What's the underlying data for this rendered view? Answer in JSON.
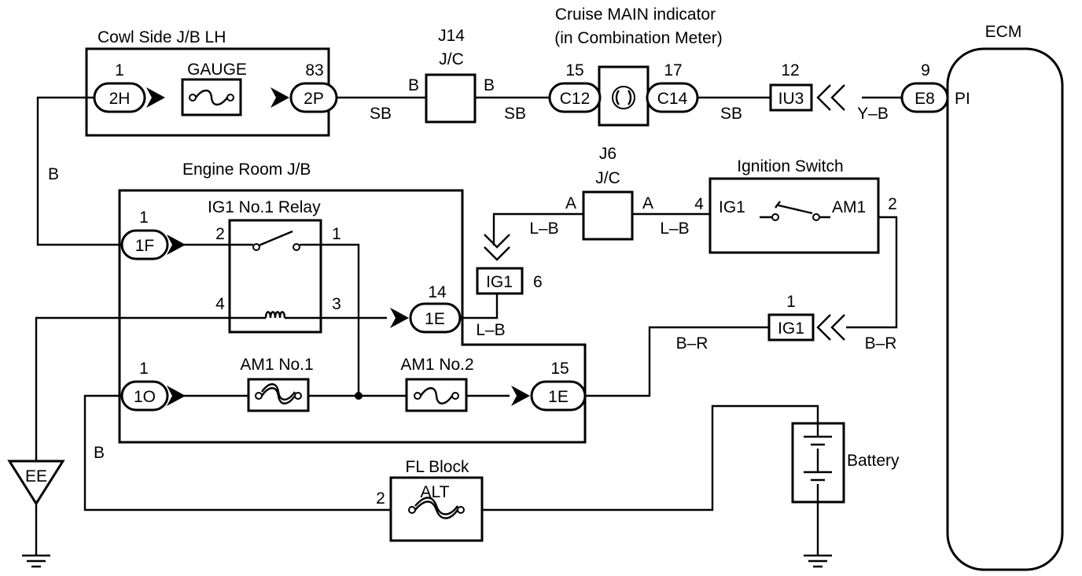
{
  "labels": {
    "cowl_jb": "Cowl Side J/B LH",
    "gauge": "GAUGE",
    "j14_a": "J14",
    "j14_b": "J/C",
    "cruise_a": "Cruise MAIN indicator",
    "cruise_b": "(in Combination Meter)",
    "ecm": "ECM",
    "engine_jb": "Engine Room J/B",
    "ig1_relay": "IG1 No.1 Relay",
    "j6_a": "J6",
    "j6_b": "J/C",
    "ignition_switch": "Ignition Switch",
    "ig1_term": "IG1",
    "am1_term": "AM1",
    "am1_no1": "AM1 No.1",
    "am1_no2": "AM1 No.2",
    "fl_block": "FL Block",
    "alt": "ALT",
    "battery": "Battery",
    "ground_ee": "EE",
    "pi": "PI"
  },
  "connectors": {
    "c2h": "2H",
    "c2p": "2P",
    "c12": "C12",
    "c14": "C14",
    "iu3": "IU3",
    "e8": "E8",
    "c1f": "1F",
    "c1e_a": "1E",
    "c1o": "1O",
    "c1e_b": "1E",
    "ig1_a": "IG1",
    "ig1_b": "IG1"
  },
  "pins": {
    "p_2h": "1",
    "p_2p": "83",
    "p_c12": "15",
    "p_c14": "17",
    "p_iu3": "12",
    "p_e8": "9",
    "p_1f": "1",
    "relay_2": "2",
    "relay_1": "1",
    "relay_4": "4",
    "relay_3": "3",
    "p_1e_a": "14",
    "p_ig1_a": "6",
    "sw_4": "4",
    "sw_2": "2",
    "p_ig1_b": "1",
    "p_1o": "1",
    "p_1e_b": "15",
    "fl_2": "2"
  },
  "wires": {
    "sb1": "SB",
    "sb2": "SB",
    "sb3": "SB",
    "yb": "Y–B",
    "jb_b_left": "B",
    "jb_b_right": "B",
    "b_left": "B",
    "b_lower": "B",
    "j6_a_left": "A",
    "j6_a_right": "A",
    "lb1": "L–B",
    "lb2": "L–B",
    "lb3": "L–B",
    "br1": "B–R",
    "br2": "B–R"
  }
}
